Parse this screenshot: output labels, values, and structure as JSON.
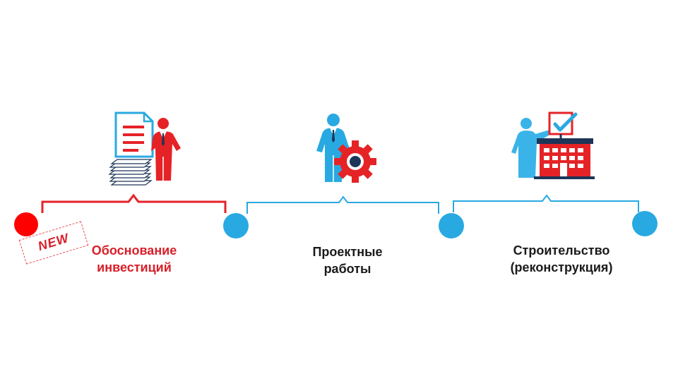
{
  "colors": {
    "red": "#e52327",
    "red_dark": "#d8202a",
    "blue": "#29a9e1",
    "blue_light": "#3ab4e8",
    "text": "#1a1a1a",
    "navy": "#1d3557"
  },
  "badge": {
    "text": "NEW"
  },
  "stages": [
    {
      "line1": "Обоснование",
      "line2": "инвестиций",
      "icon": "documents-businessman-icon",
      "active": true
    },
    {
      "line1": "Проектные",
      "line2": "работы",
      "icon": "engineer-gear-icon",
      "active": false
    },
    {
      "line1": "Строительство",
      "line2": "(реконструкция)",
      "icon": "presenter-building-checkbox-icon",
      "active": false
    }
  ]
}
